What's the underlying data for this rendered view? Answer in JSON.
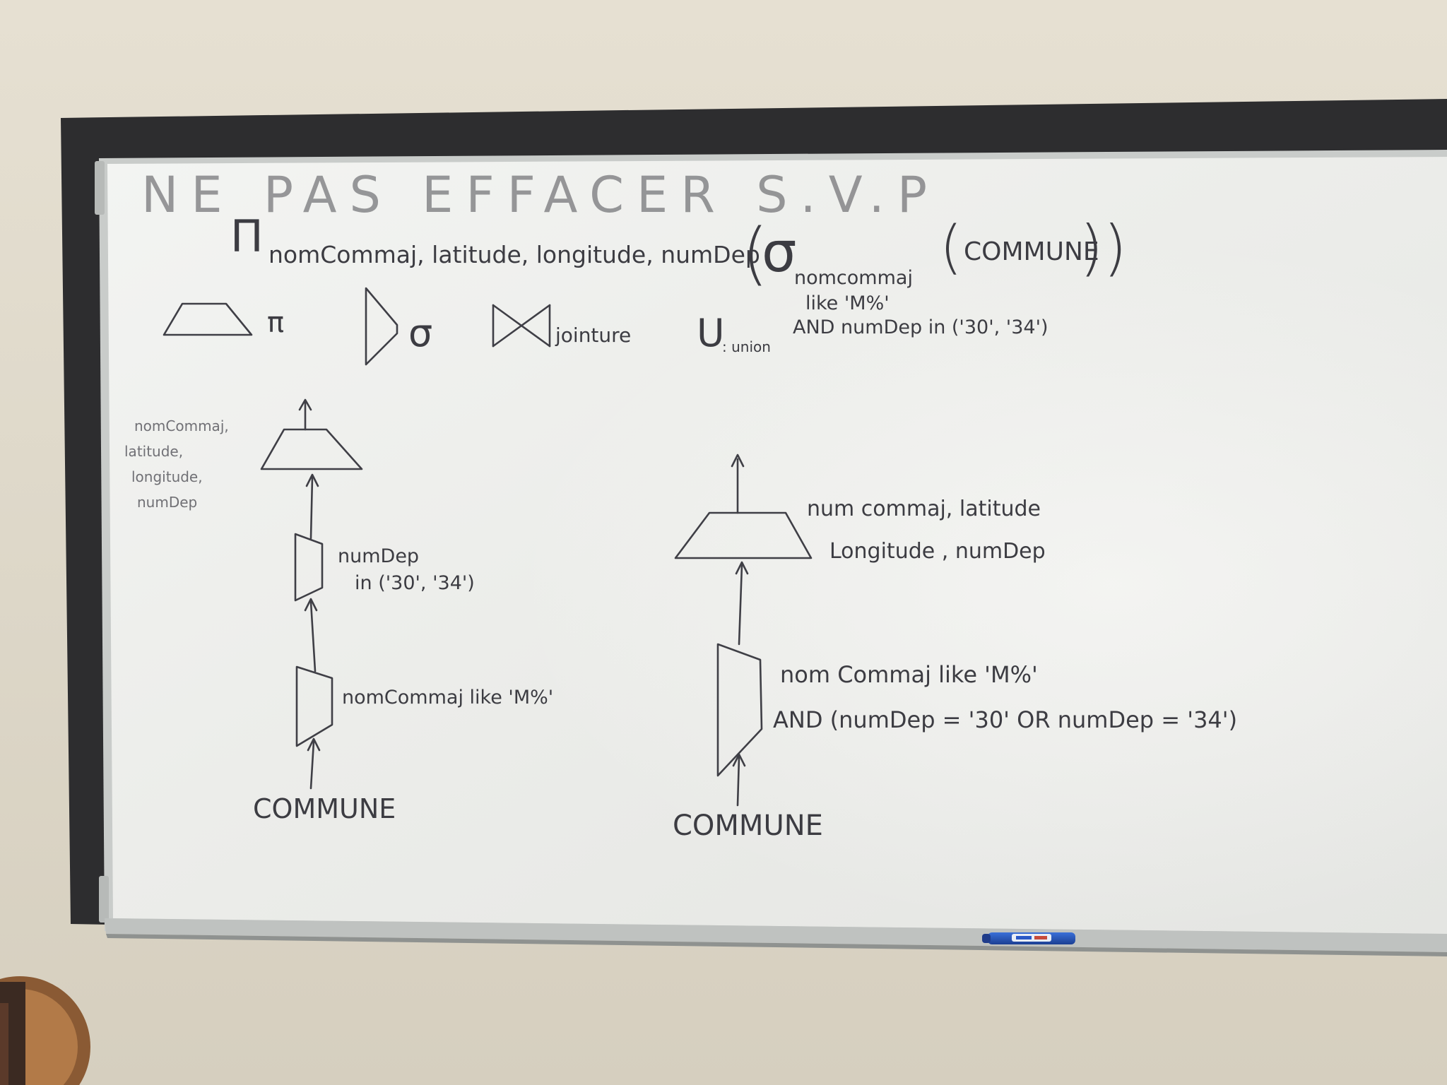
{
  "colors": {
    "wall": "#e3ddcf",
    "board_surface": "#eeefec",
    "board_frame": "#2e2e30",
    "ink": "#3c3c42",
    "marker_body": "#2452b8"
  },
  "board": {
    "expression": {
      "pi_symbol": "Π",
      "pi_subscript": "nomCommaj, latitude, longitude, numDep",
      "open_paren": "(",
      "sigma_symbol": "σ",
      "relation": "COMMUNE",
      "close_parens": "))",
      "sigma_condition_line1": "nomcommaj",
      "sigma_condition_line2": "like 'M%'",
      "sigma_condition_line3": "AND numDep in ('30', '34')"
    },
    "legend": {
      "projection_label": "π",
      "selection_label": "σ",
      "join_label": "jointure",
      "union_symbol": "U",
      "union_label": ": union"
    },
    "left_tree": {
      "projection_attrs": [
        "nomCommaj,",
        "latitude,",
        "longitude,",
        "numDep"
      ],
      "selection_numdep_line1": "numDep",
      "selection_numdep_line2": "in ('30', '34')",
      "selection_nomcommaj": "nomCommaj like 'M%'",
      "source": "COMMUNE"
    },
    "right_tree": {
      "projection_line1": "num commaj, latitude",
      "projection_line2": "Longitude , numDep",
      "selection_line1": "nom Commaj like 'M%'",
      "selection_line2": "AND  (numDep = '30'  OR  numDep = '34')",
      "source": "COMMUNE"
    }
  }
}
